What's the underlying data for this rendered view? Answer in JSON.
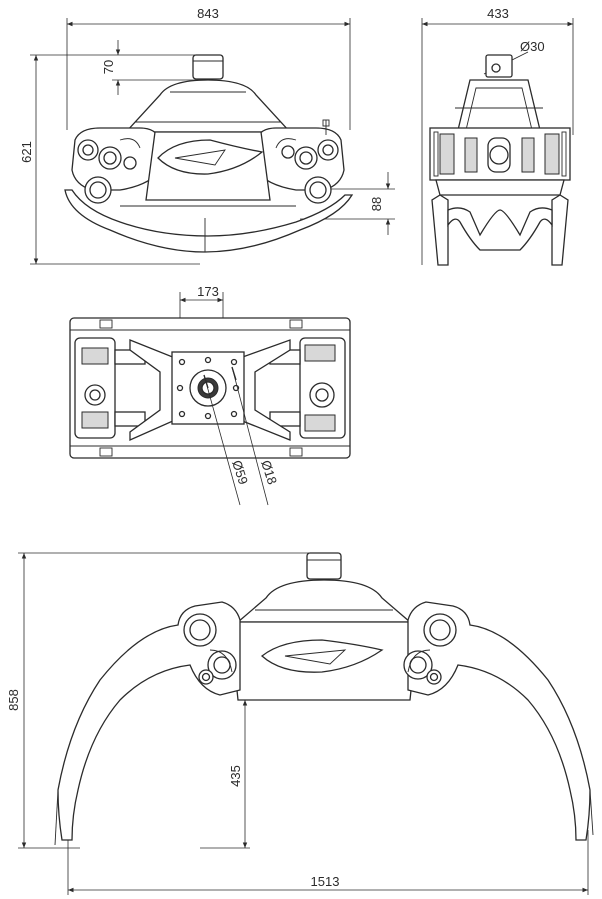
{
  "dimensions": {
    "front_width": "843",
    "front_height": "621",
    "neck_height": "70",
    "tine_clearance": "88",
    "side_width": "433",
    "rotator_diameter": "Ø30",
    "bolt_spacing": "173",
    "center_hole_diameter": "Ø59",
    "bolt_hole_diameter": "Ø18",
    "open_height": "858",
    "open_inner_height": "435",
    "open_width": "1513"
  }
}
